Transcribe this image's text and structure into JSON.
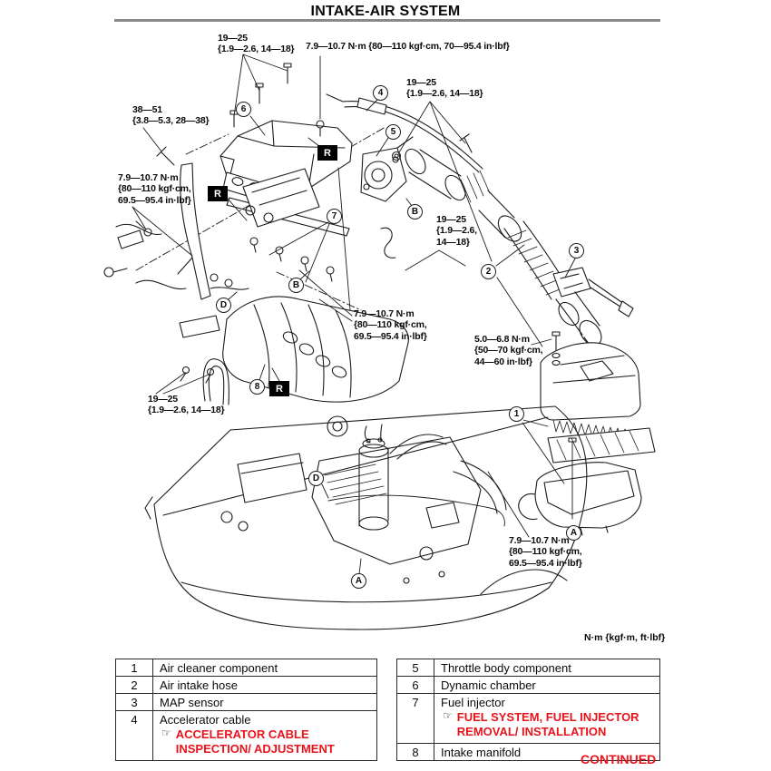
{
  "page": {
    "title": "INTAKE-AIR SYSTEM",
    "units_note": "N·m {kgf·m, ft·lbf}",
    "continued_label": "CONTINUED"
  },
  "colors": {
    "accent_red": "#e8141c",
    "line_black": "#1c1c1c",
    "rule_gray": "#8a8a8a"
  },
  "diagram": {
    "ref_marker_label": "R",
    "torque_callouts": [
      {
        "text": "19—25\n{1.9—2.6, 14—18}"
      },
      {
        "text": "7.9—10.7 N·m {80—110 kgf·cm, 70—95.4 in·lbf}"
      },
      {
        "text": "19—25\n{1.9—2.6, 14—18}"
      },
      {
        "text": "38—51\n{3.8—5.3, 28—38}"
      },
      {
        "text": "7.9—10.7 N·m\n{80—110 kgf·cm,\n69.5—95.4 in·lbf}"
      },
      {
        "text": "19—25\n{1.9—2.6,\n14—18}"
      },
      {
        "text": "7.9—10.7 N·m\n{80—110 kgf·cm,\n69.5—95.4 in·lbf}"
      },
      {
        "text": "5.0—6.8 N·m\n{50—70 kgf·cm,\n44—60 in·lbf}"
      },
      {
        "text": "19—25\n{1.9—2.6, 14—18}"
      },
      {
        "text": "7.9—10.7 N·m\n{80—110 kgf·cm,\n69.5—95.4 in·lbf}"
      }
    ],
    "balloons": [
      {
        "label": "1"
      },
      {
        "label": "2"
      },
      {
        "label": "3"
      },
      {
        "label": "4"
      },
      {
        "label": "5"
      },
      {
        "label": "6"
      },
      {
        "label": "7"
      },
      {
        "label": "8"
      },
      {
        "label": "A"
      },
      {
        "label": "A"
      },
      {
        "label": "B"
      },
      {
        "label": "B"
      },
      {
        "label": "D"
      },
      {
        "label": "D"
      }
    ]
  },
  "parts_table": {
    "ref_icon": "☞",
    "left_rows": [
      {
        "num": "1",
        "name": "Air cleaner component"
      },
      {
        "num": "2",
        "name": "Air intake hose"
      },
      {
        "num": "3",
        "name": "MAP sensor"
      },
      {
        "num": "4",
        "name": "Accelerator cable",
        "ref": "ACCELERATOR CABLE INSPECTION/ ADJUSTMENT"
      }
    ],
    "right_rows": [
      {
        "num": "5",
        "name": "Throttle body component"
      },
      {
        "num": "6",
        "name": "Dynamic chamber"
      },
      {
        "num": "7",
        "name": "Fuel injector",
        "ref": "FUEL SYSTEM, FUEL INJECTOR REMOVAL/ INSTALLATION"
      },
      {
        "num": "8",
        "name": "Intake manifold"
      }
    ]
  }
}
